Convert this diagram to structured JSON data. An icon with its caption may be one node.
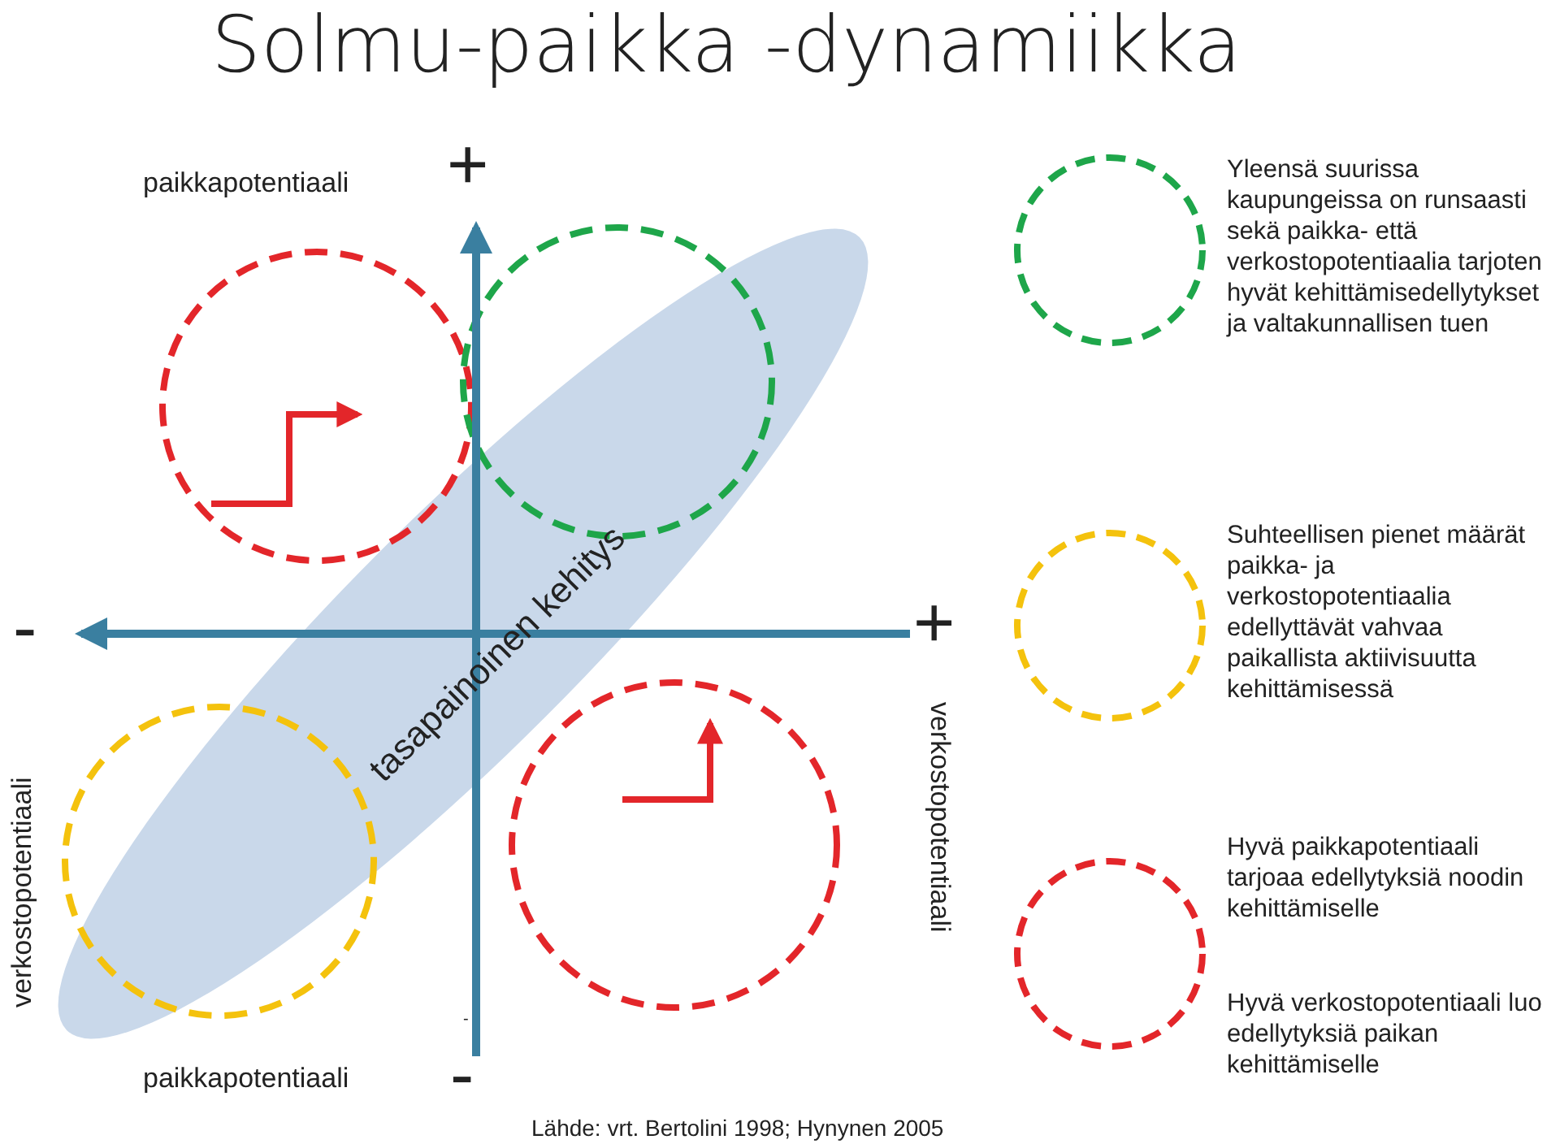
{
  "diagram": {
    "title": "Solmu-paikka -dynamiikka",
    "caption": "Lähde: vrt. Bertolini 1998; Hynynen 2005",
    "labels": [
      "paikkapotentiaali",
      "+",
      "-",
      "verkostopotentiaali",
      "tasapainoinen kehitys",
      "+",
      "verkostopotentiaali",
      "-",
      "paikkapotentiaali",
      "-"
    ],
    "legend": [
      {
        "text": "Yleensä suurissa kaupungeissa on runsaasti sekä paikka- että verkostopotentiaalia tarjoten hyvät kehittämisedellytykset ja valtakunnallisen tuen",
        "color": "#1ea64a"
      },
      {
        "text": "Suhteellisen pienet määrät paikka- ja verkostopotentiaalia edellyttävät vahvaa paikallista aktiivisuutta kehittämisessä",
        "color": "#f4c20d"
      },
      {
        "text": "Hyvä paikkapotentiaali tarjoaa edellytyksiä noodin kehittämiselle",
        "color": "#e3262a"
      },
      {
        "text": "Hyvä verkostopotentiaali luo edellytyksiä paikan kehittämiselle"
      }
    ]
  }
}
